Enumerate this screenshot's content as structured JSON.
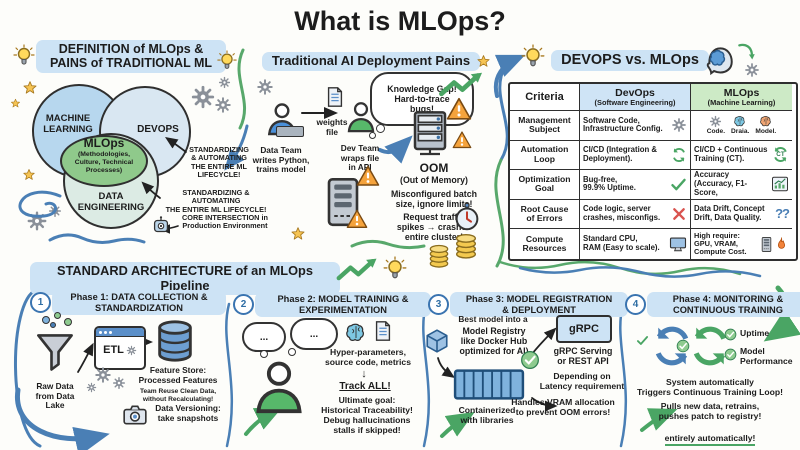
{
  "title": "What is MLOps?",
  "palette": {
    "highlight_blue": "#cde3f5",
    "table_devops_header": "#cfe4f6",
    "table_mlops_header": "#cdeac6",
    "green_accent": "#4aa564",
    "blue_accent": "#4a7fb5",
    "orange_warning": "#f5a33c",
    "venn_ml": "#b7d7ee",
    "venn_devops": "#d9e7f2",
    "venn_data": "#dcebe4",
    "venn_mlops": "#8fc98b"
  },
  "definition": {
    "heading": "DEFINITION of MLOps &\nPAINS of TRADITIONAL ML",
    "venn": {
      "ml": "MACHINE\nLEARNING",
      "devops": "DEVOPS",
      "data": "DATA\nENGINEERING",
      "center": "MLOps",
      "center_sub": "(Methodologies,\nCulture, Technical\nProcesses)"
    },
    "note_lifecycle_short": "STANDARDIZING\n& AUTOMATING\nTHE ENTIRE ML\nLIFECYCLE!",
    "note_lifecycle_wide": "STANDARDIZING & AUTOMATING\nTHE ENTIRE ML LIFECYCLE!",
    "note_core": "CORE INTERSECTION in\nProduction Environment"
  },
  "pains": {
    "heading": "Traditional AI Deployment Pains",
    "data_team": "Data Team\nwrites Python,\ntrains model",
    "weights_file": "weights\nfile",
    "dev_team": "Dev Team\nwraps file\nin API",
    "bubble": "Knowledge Gap!\nHard-to-trace\nbugs!",
    "oom": "OOM",
    "oom_sub": "(Out of Memory)",
    "oom_line1": "Misconfigured batch\nsize, ignore limits!",
    "oom_line2": "Request traffic\nspikes → crashes\nentire cluster!"
  },
  "comparison": {
    "heading": "DEVOPS vs. MLOps",
    "col_criteria": "Criteria",
    "col_devops": "DevOps",
    "col_devops_sub": "(Software Engineering)",
    "col_mlops": "MLOps",
    "col_mlops_sub": "(Machine Learning)",
    "icons": {
      "ct": "CT",
      "questions": "??"
    },
    "rows": [
      {
        "c": "Management\nSubject",
        "d": "Software Code,\nInfrastructure Config.",
        "m_items": [
          "Code.",
          "Draia.",
          "Model."
        ]
      },
      {
        "c": "Automation\nLoop",
        "d": "CI/CD (Integration &\nDeployment).",
        "m": "CI/CD + Continuous\nTraining (CT)."
      },
      {
        "c": "Optimization\nGoal",
        "d": "Bug-free,\n99.9% Uptime.",
        "m": "Accuracy\n(Accuracy, F1-Score,"
      },
      {
        "c": "Root Cause\nof Errors",
        "d": "Code logic, server\ncrashes, misconfigs.",
        "m": "Data Drift, Concept\nDrift, Data Quality."
      },
      {
        "c": "Compute\nResources",
        "d": "Standard CPU,\nRAM (Easy to scale).",
        "m": "High require:\nGPU, VRAM,\nCompute Cost."
      }
    ]
  },
  "pipeline": {
    "heading": "STANDARD ARCHITECTURE of an MLOps Pipeline",
    "phases": [
      {
        "num": "1",
        "title": "Phase 1: DATA COLLECTION &\nSTANDARDIZATION",
        "raw": "Raw Data\nfrom Data\nLake",
        "etl": "ETL",
        "feature": "Feature Store:\nProcessed Features",
        "feature_sub": "Team Reuse Clean Data,\nwithout Recalculating!",
        "versioning": "Data Versioning:\ntake snapshots"
      },
      {
        "num": "2",
        "title": "Phase 2: MODEL TRAINING &\nEXPERIMENTATION",
        "dots": "...",
        "items": "Hyper-parameters,\nsource code, metrics",
        "down": "↓",
        "track": "Track ALL!",
        "goal": "Ultimate goal:\nHistorical Traceability!\nDebug hallucinations\nstalls if skipped!"
      },
      {
        "num": "3",
        "title": "Phase 3: MODEL REGISTRATION\n& DEPLOYMENT",
        "best": "Best model into a",
        "registry": "Model Registry\nlike Docker Hub\noptimized for AI)",
        "grpc": "gRPC",
        "contain": "Containerized\nwith libraries",
        "serving": "gRPC Serving\nor REST API",
        "latency": "Depending on\nLatency requirement",
        "vram": "Handles VRAM allocation\nto prevent OOM errors!"
      },
      {
        "num": "4",
        "title": "Phase 4: MONITORING &\nCONTINUOUS TRAINING",
        "uptime": "Uptime",
        "perf": "Model\nPerformance",
        "system": "System automatically\nTriggers Continuous Training Loop!",
        "pulls": "Pulls new data, retrains,\npushes patch to registry!",
        "auto": "entirely automatically!"
      }
    ]
  }
}
